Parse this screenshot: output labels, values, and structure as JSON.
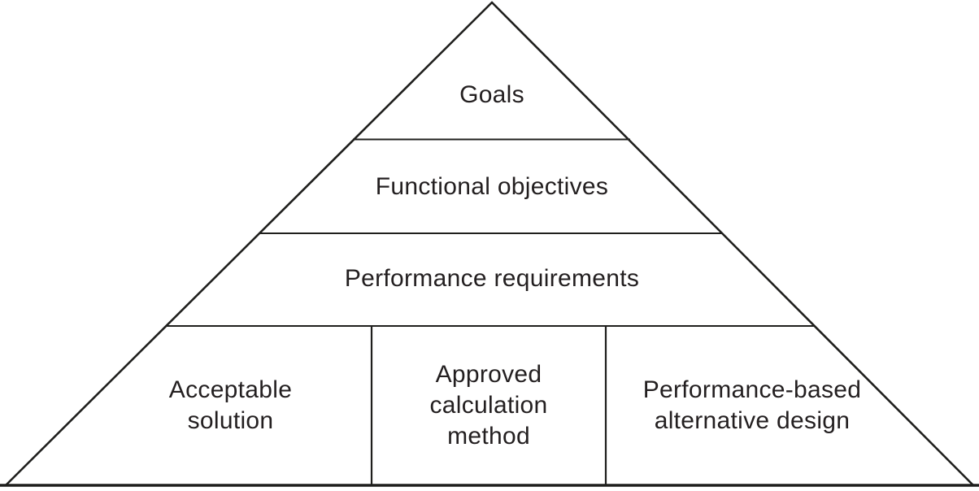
{
  "diagram": {
    "colors": {
      "stroke": "#1f1f1d",
      "text": "#231f20",
      "background": "#ffffff"
    },
    "pyramid": {
      "levels": [
        {
          "id": "goals",
          "label": "Goals"
        },
        {
          "id": "functional-objectives",
          "label": "Functional objectives"
        },
        {
          "id": "performance-requirements",
          "label": "Performance requirements"
        }
      ],
      "base_cells": [
        {
          "id": "acceptable-solution",
          "label": "Acceptable\nsolution"
        },
        {
          "id": "approved-calculation-method",
          "label": "Approved\ncalculation\nmethod"
        },
        {
          "id": "performance-based-alternative-design",
          "label": "Performance-based\nalternative design"
        }
      ]
    }
  }
}
